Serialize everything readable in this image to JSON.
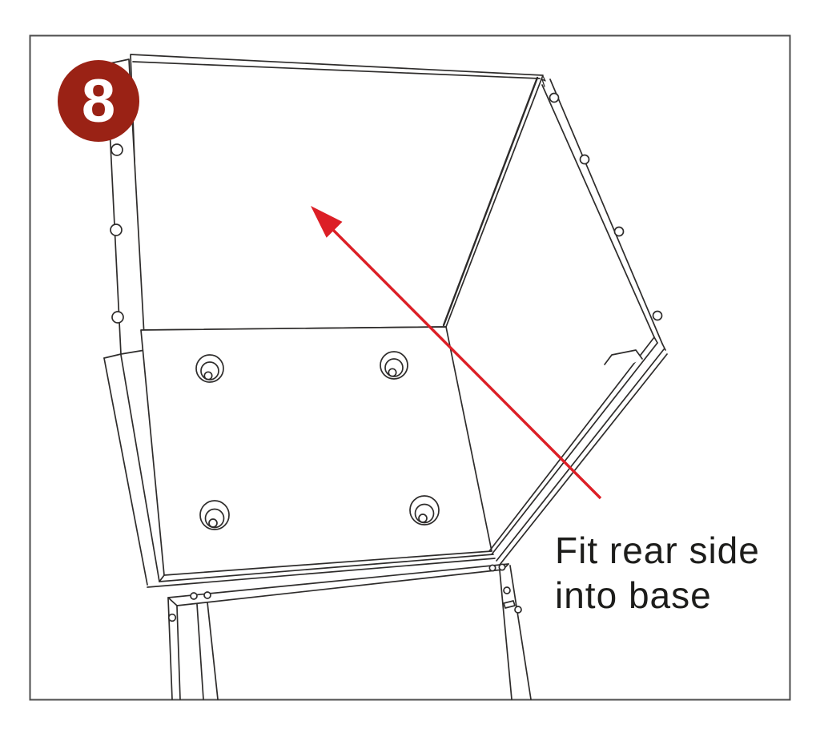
{
  "figure": {
    "step_number": "8",
    "caption_line1": "Fit rear side",
    "caption_line2": "into base"
  },
  "colors": {
    "badge": "#9a2215",
    "badge_text": "#ffffff",
    "arrow": "#dc1f26",
    "line": "#2e2c2b",
    "frame_border": "#4d4d4d",
    "caption_text": "#1d1d1b",
    "background": "#ffffff"
  }
}
